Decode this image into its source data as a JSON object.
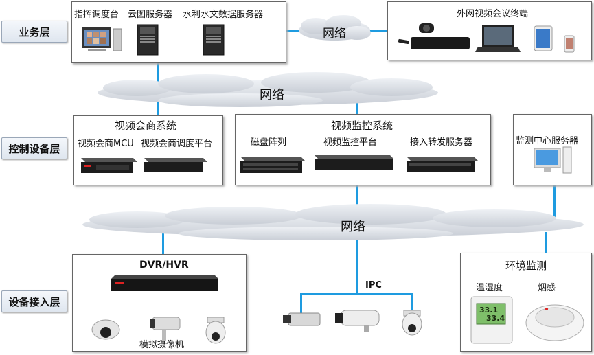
{
  "layers": {
    "business": "业务层",
    "control": "控制设备层",
    "access": "设备接入层"
  },
  "business_box": {
    "item1": "指挥调度台",
    "item2": "云图服务器",
    "item3": "水利水文数据服务器"
  },
  "external_box": {
    "title": "外网视频会议终端"
  },
  "clouds": {
    "small": "网络",
    "top": "网络",
    "bottom": "网络"
  },
  "conference_box": {
    "title": "视频会商系统",
    "mcu": "视频会商MCU",
    "platform": "视频会商调度平台"
  },
  "monitor_box": {
    "title": "视频监控系统",
    "disk": "磁盘阵列",
    "platform": "视频监控平台",
    "relay": "接入转发服务器"
  },
  "center_box": {
    "title": "监测中心服务器"
  },
  "dvr_box": {
    "title": "DVR/HVR",
    "cameras": "模拟摄像机"
  },
  "ipc": {
    "title": "IPC"
  },
  "env_box": {
    "title": "环境监测",
    "humidity": "温湿度",
    "smoke": "烟感",
    "readout1": "33.1",
    "readout2": "33.4"
  },
  "colors": {
    "link": "#1e9be0",
    "cloud": "#d8dde4"
  }
}
